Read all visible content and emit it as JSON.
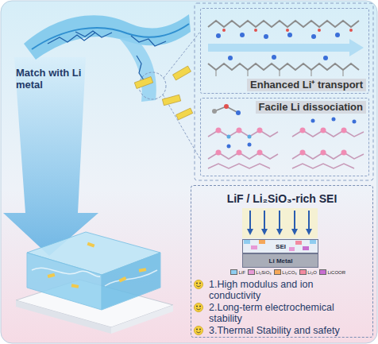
{
  "diagram": {
    "nodes": [
      {
        "text": [
          "Enhanced Li⁺ transport"
        ]
      },
      {
        "text": [
          "Facile Li dissociation"
        ]
      },
      {
        "text": [
          "LiF / Li₂SiO₃-rich SEI",
          "1.High modulus and ion conductivity",
          "2.Long-term electrochemical stability",
          "3.Thermal Stability and safety"
        ]
      },
      {
        "text": [
          "SEI"
        ],
        "in": 2
      },
      {
        "text": [
          "Li Metal"
        ],
        "in": 2
      }
    ],
    "labels": [
      "Match with Li metal"
    ],
    "legend": [
      {
        "text": "LiF",
        "color": "#8fcdf0"
      },
      {
        "text": "Li₂SiO₃",
        "color": "#e79ad6"
      },
      {
        "text": "Li₂CO₃",
        "color": "#f5a85a"
      },
      {
        "text": "Li₂O",
        "color": "#f28aa0"
      },
      {
        "text": "LiCOOR",
        "color": "#c86fd0"
      }
    ]
  }
}
